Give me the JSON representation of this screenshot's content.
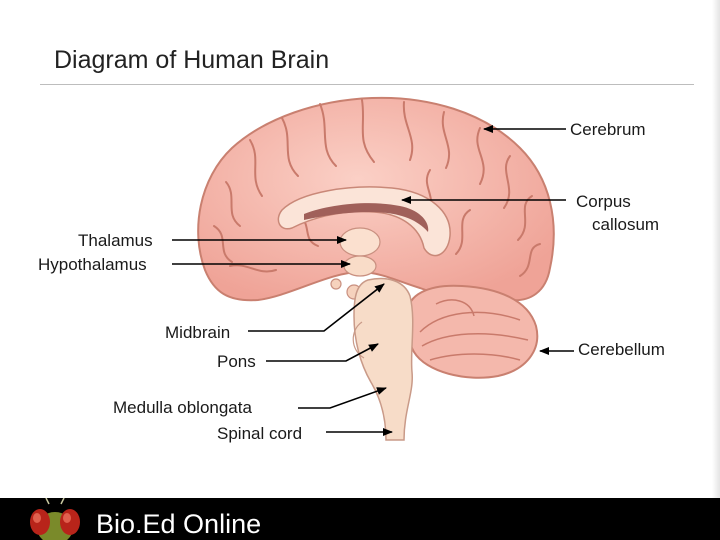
{
  "slide": {
    "title": "Diagram of Human Brain"
  },
  "labels": {
    "cerebrum": "Cerebrum",
    "corpus_callosum_1": "Corpus",
    "corpus_callosum_2": "callosum",
    "thalamus": "Thalamus",
    "hypothalamus": "Hypothalamus",
    "midbrain": "Midbrain",
    "pons": "Pons",
    "cerebellum": "Cerebellum",
    "medulla": "Medulla oblongata",
    "spinal_cord": "Spinal cord"
  },
  "footer": {
    "brand": "Bio.Ed Online"
  },
  "colors": {
    "cerebrum": "#f4b3a8",
    "cerebrum_outline": "#c9806f",
    "brainstem": "#f7d9c4",
    "corpus_callosum": "#fbe3d6",
    "ventricle": "#9c5b57",
    "footer_bg": "#000000"
  },
  "icons": {
    "logo": "fruit-fly-head-icon"
  }
}
